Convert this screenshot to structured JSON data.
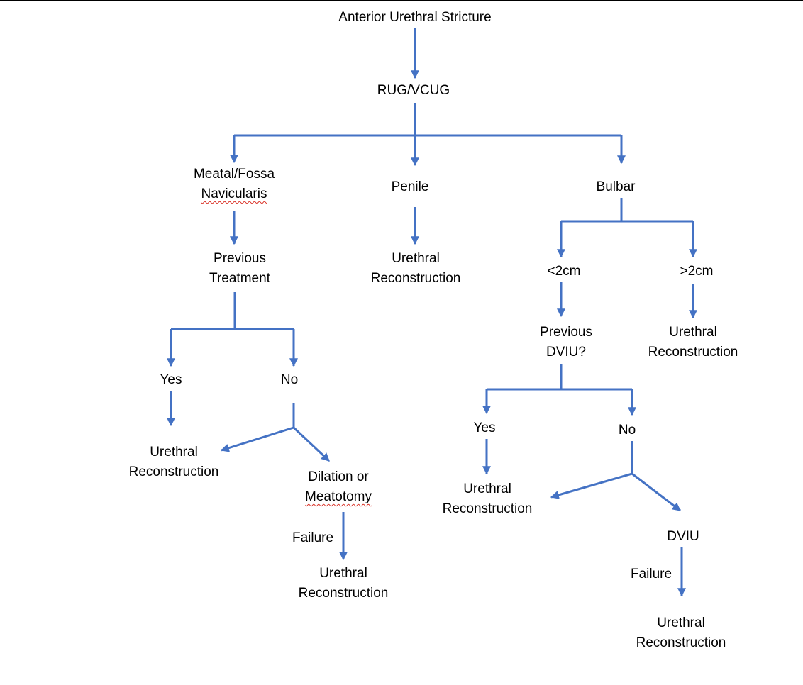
{
  "nodes": {
    "anterior_urethral_stricture": "Anterior Urethral Stricture",
    "rug_vcug": "RUG/VCUG",
    "meatal_fossa": {
      "line1": "Meatal/Fossa",
      "line2": "Navicularis"
    },
    "penile": "Penile",
    "bulbar": "Bulbar",
    "meatal_previous_treatment": {
      "line1": "Previous",
      "line2": "Treatment"
    },
    "penile_urethral_reconstruction": {
      "line1": "Urethral",
      "line2": "Reconstruction"
    },
    "bulbar_lt_2cm": "<2cm",
    "bulbar_gt_2cm": ">2cm",
    "bulbar_previous_dviu": {
      "line1": "Previous",
      "line2": "DVIU?"
    },
    "gt2cm_urethral_reconstruction": {
      "line1": "Urethral",
      "line2": "Reconstruction"
    },
    "meatal_yes": "Yes",
    "meatal_no": "No",
    "meatal_yes_urethral_reconstruction": {
      "line1": "Urethral",
      "line2": "Reconstruction"
    },
    "meatal_dilation_meatotomy": {
      "line1": "Dilation or",
      "line2": "Meatotomy"
    },
    "meatal_final_urethral_reconstruction": {
      "line1": "Urethral",
      "line2": "Reconstruction"
    },
    "bulbar_yes": "Yes",
    "bulbar_no": "No",
    "bulbar_yes_urethral_reconstruction": {
      "line1": "Urethral",
      "line2": "Reconstruction"
    },
    "bulbar_dviu": "DVIU",
    "bulbar_final_urethral_reconstruction": {
      "line1": "Urethral",
      "line2": "Reconstruction"
    }
  },
  "edge_labels": {
    "meatal_failure": "Failure",
    "bulbar_failure": "Failure"
  },
  "colors": {
    "connector": "#4472c4",
    "text": "#000000",
    "spellcheck_underline": "#d93025"
  }
}
